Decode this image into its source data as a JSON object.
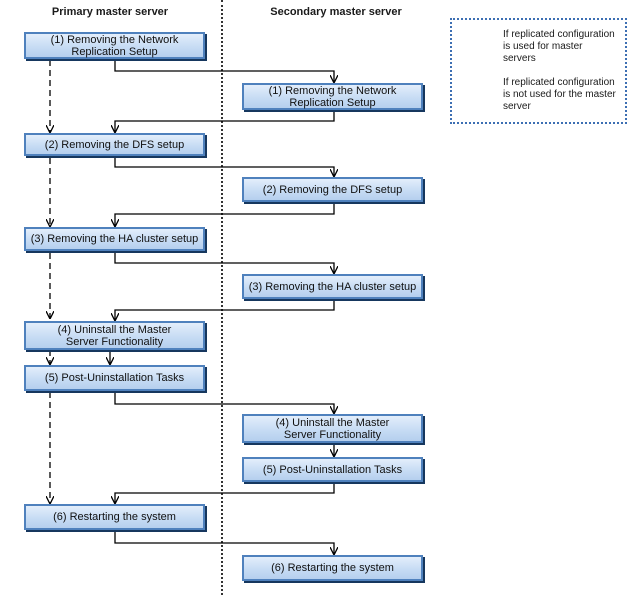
{
  "columns": {
    "primary": "Primary master server",
    "secondary": "Secondary master server"
  },
  "legend": {
    "solid": "If replicated configuration\nis used for master\nservers",
    "dashed": "If replicated configuration\nis not used for the master\nserver"
  },
  "steps": {
    "p1": "(1) Removing the Network\nReplication Setup",
    "s1": "(1) Removing the Network\nReplication Setup",
    "p2": "(2) Removing the DFS setup",
    "s2": "(2) Removing the DFS setup",
    "p3": "(3) Removing the HA cluster setup",
    "s3": "(3) Removing the HA cluster setup",
    "p4": "(4) Uninstall the Master\nServer Functionality",
    "p5": "(5) Post-Uninstallation Tasks",
    "s4": "(4) Uninstall the Master\nServer Functionality",
    "s5": "(5) Post-Uninstallation Tasks",
    "p6": "(6) Restarting the system",
    "s6": "(6) Restarting the system"
  },
  "colors": {
    "box_border": "#4f81bd",
    "box_fill": "#c7dcf4",
    "legend_border": "#3d6fb3",
    "line": "#000000"
  }
}
